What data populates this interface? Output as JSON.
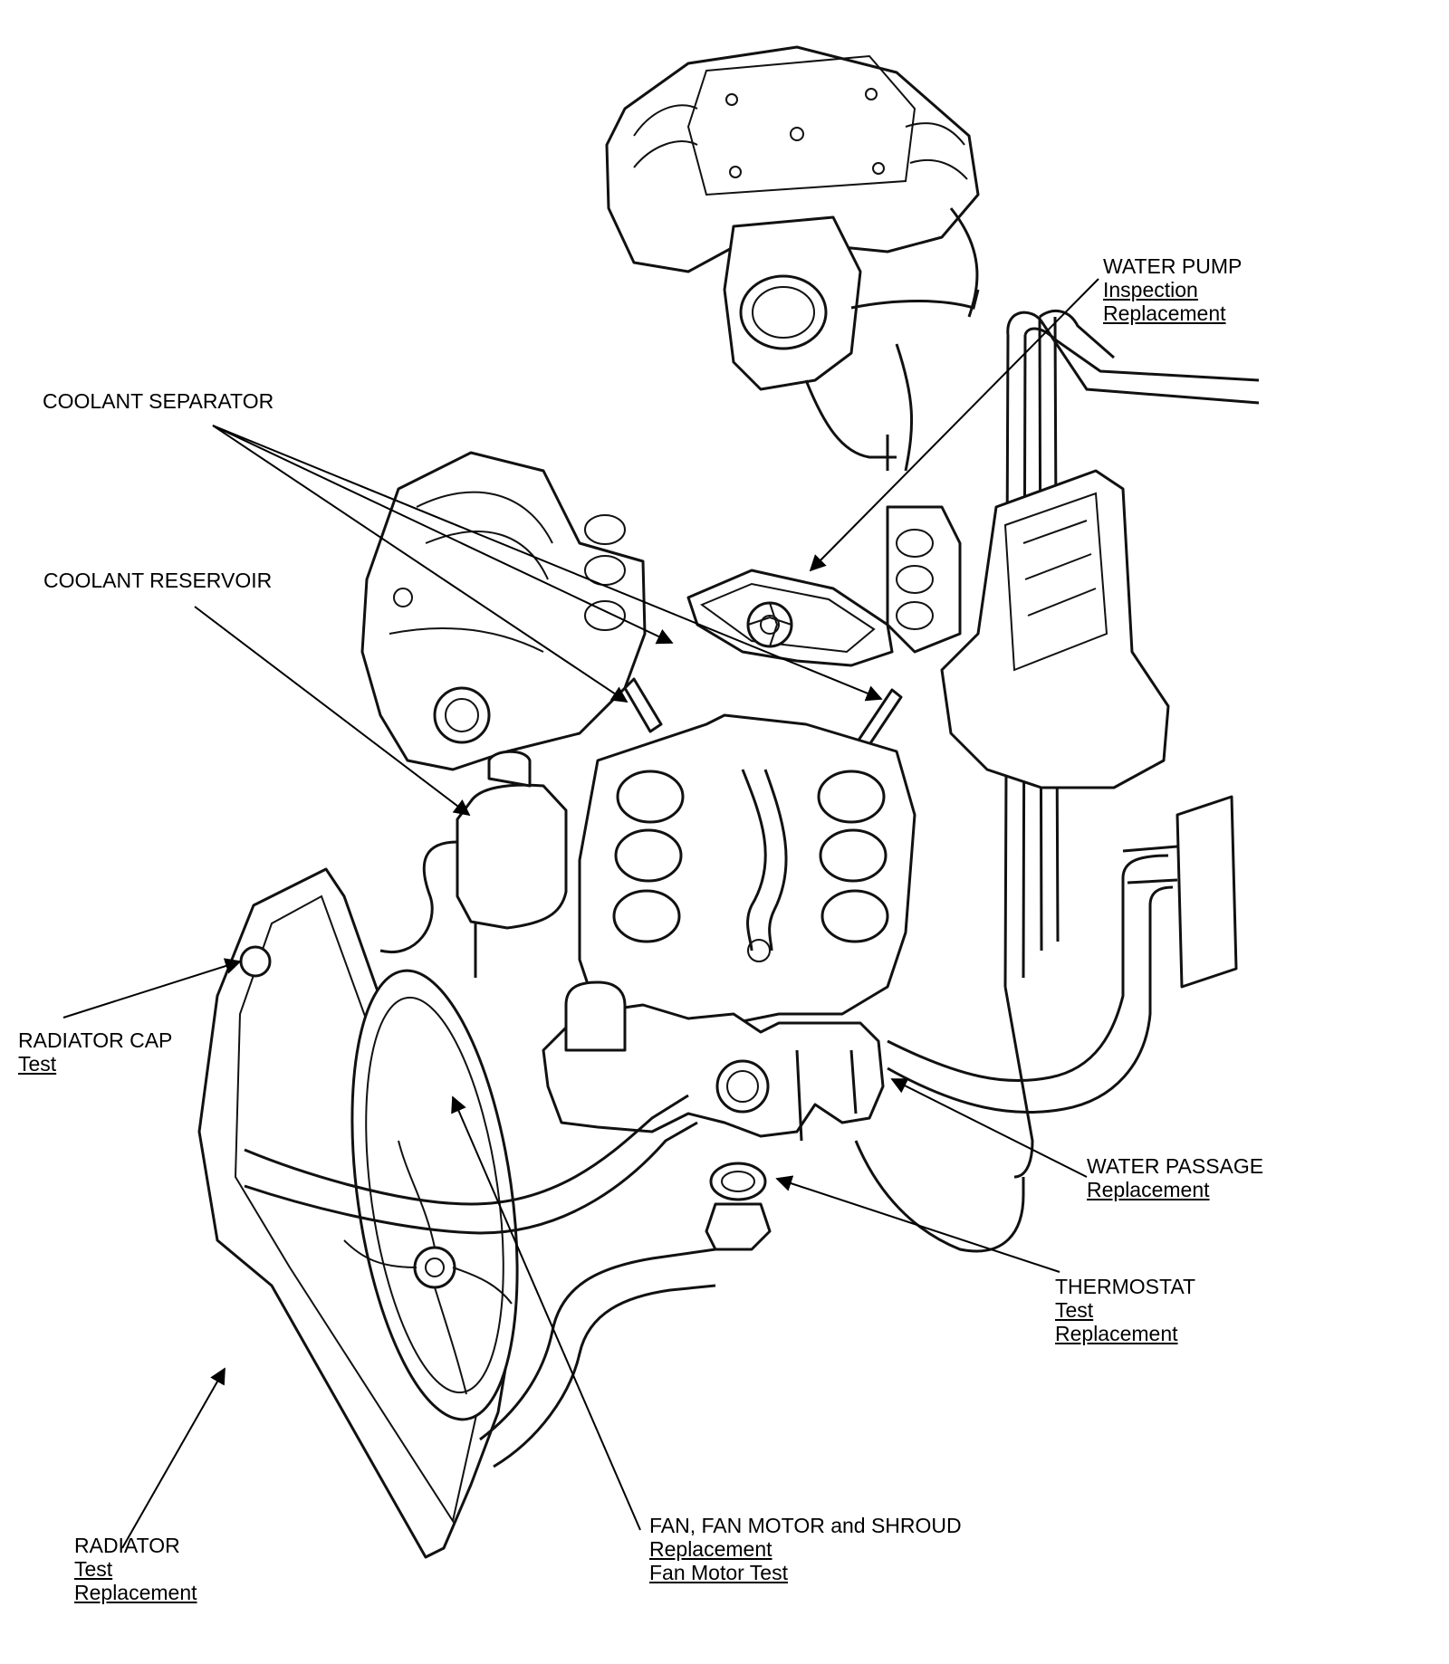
{
  "callouts": {
    "coolant_separator": {
      "title": "COOLANT SEPARATOR"
    },
    "coolant_reservoir": {
      "title": "COOLANT RESERVOIR"
    },
    "radiator_cap": {
      "title": "RADIATOR CAP",
      "links": [
        "Test"
      ]
    },
    "radiator": {
      "title": "RADIATOR",
      "links": [
        "Test",
        "Replacement"
      ]
    },
    "water_pump": {
      "title": "WATER PUMP",
      "links": [
        "Inspection",
        "Replacement"
      ]
    },
    "water_passage": {
      "title": "WATER PASSAGE",
      "links": [
        "Replacement"
      ]
    },
    "thermostat": {
      "title": "THERMOSTAT",
      "links": [
        "Test",
        "Replacement"
      ]
    },
    "fan": {
      "title": "FAN, FAN MOTOR and SHROUD",
      "links": [
        "Replacement",
        "Fan Motor Test"
      ]
    }
  }
}
